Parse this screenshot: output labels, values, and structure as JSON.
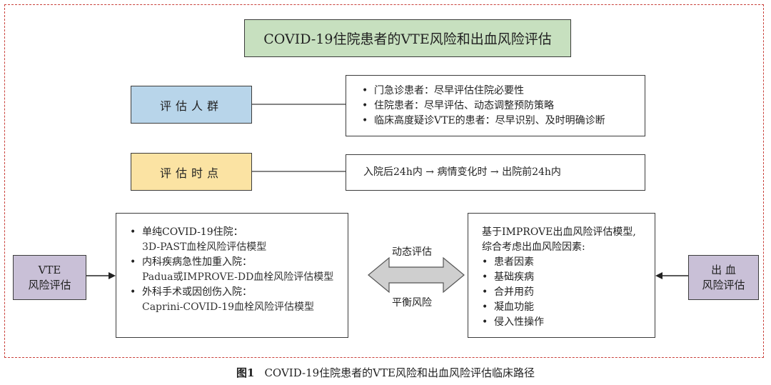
{
  "title": "COVID-19住院患者的VTE风险和出血风险评估",
  "labels": {
    "population": "评估人群",
    "timing": "评估时点"
  },
  "population_items": [
    "门急诊患者：尽早评估住院必要性",
    "住院患者：尽早评估、动态调整预防策略",
    "临床高度疑诊VTE的患者：尽早识别、及时明确诊断"
  ],
  "timing_text": "入院后24h内 → 病情变化时 → 出院前24h内",
  "vte": {
    "line1": "VTE",
    "line2": "风险评估",
    "items": [
      {
        "head": "单纯COVID-19住院：",
        "sub": "3D-PAST血栓风险评估模型"
      },
      {
        "head": "内科疾病急性加重入院：",
        "sub": "Padua或IMPROVE-DD血栓风险评估模型"
      },
      {
        "head": "外科手术或因创伤入院：",
        "sub": "Caprini-COVID-19血栓风险评估模型"
      }
    ]
  },
  "bleeding": {
    "line1": "出 血",
    "line2": "风险评估",
    "intro1": "基于IMPROVE出血风险评估模型,",
    "intro2": "综合考虑出血风险因素:",
    "items": [
      "患者因素",
      "基础疾病",
      "合并用药",
      "凝血功能",
      "侵入性操作"
    ]
  },
  "middle": {
    "top": "动态评估",
    "bottom": "平衡风险"
  },
  "caption": {
    "fig": "图1",
    "text": "COVID-19住院患者的VTE风险和出血风险评估临床路径"
  },
  "colors": {
    "frame": "#c9403a",
    "title_bg": "#c7e0bf",
    "population_bg": "#b8d5ea",
    "timing_bg": "#fbe3a3",
    "side_bg": "#c9c0d7",
    "arrow_fill": "#cfcfcf"
  }
}
